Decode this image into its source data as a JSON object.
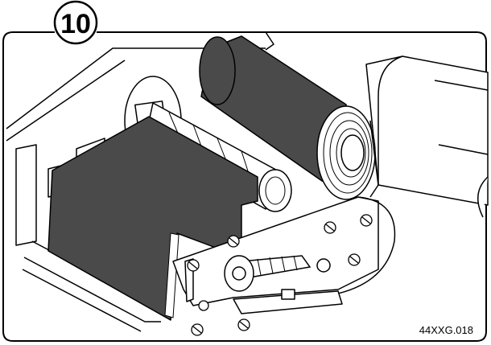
{
  "figure": {
    "step_number": "10",
    "figure_code": "44XXG.018",
    "colors": {
      "ribbon": "#4a4a4a",
      "outline": "#000000",
      "background": "#ffffff"
    },
    "icon": "printer-ribbon-installation-illustration"
  }
}
